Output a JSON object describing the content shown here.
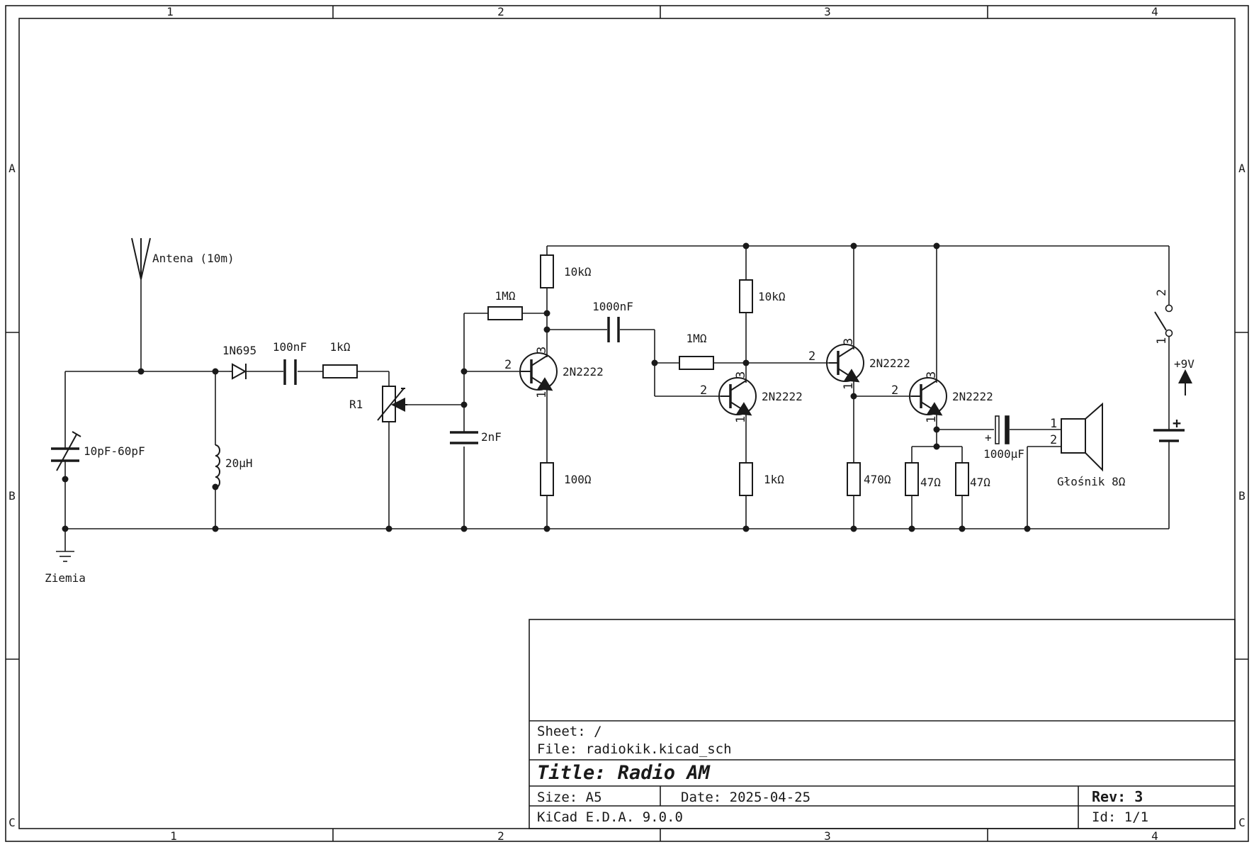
{
  "frame": {
    "columns": [
      "1",
      "2",
      "3",
      "4"
    ],
    "rows": [
      "A",
      "B",
      "C"
    ]
  },
  "labels": {
    "antenna": "Antena (10m)",
    "ground": "Ziemia",
    "var_cap": "10pF-60pF",
    "inductor": "20µH",
    "diode": "1N695",
    "cap_100n": "100nF",
    "res_1k_in": "1kΩ",
    "pot": "R1",
    "cap_2n": "2nF",
    "res_1m_a": "1MΩ",
    "res_10k_a": "10kΩ",
    "res_100": "100Ω",
    "q1": "2N2222",
    "cap_1000n": "1000nF",
    "res_1m_b": "1MΩ",
    "res_10k_b": "10kΩ",
    "q2": "2N2222",
    "res_1k_b": "1kΩ",
    "q3": "2N2222",
    "res_470": "470Ω",
    "q4": "2N2222",
    "res_47_a": "47Ω",
    "res_47_b": "47Ω",
    "cap_1000u": "1000µF",
    "cap_plus": "+",
    "speaker": "Głośnik 8Ω",
    "spk_pin1": "1",
    "spk_pin2": "2",
    "battery": "+9V",
    "bat_plus": "+",
    "sw_pin1": "1",
    "sw_pin2": "2",
    "pin_b": "2",
    "pin_c": "3",
    "pin_e": "1"
  },
  "title_block": {
    "sheet": "Sheet: /",
    "file": "File: radiokik.kicad_sch",
    "title": "Title: Radio AM",
    "size": "Size: A5",
    "date": "Date: 2025-04-25",
    "rev": "Rev: 3",
    "tool": "KiCad E.D.A. 9.0.0",
    "id": "Id: 1/1"
  }
}
